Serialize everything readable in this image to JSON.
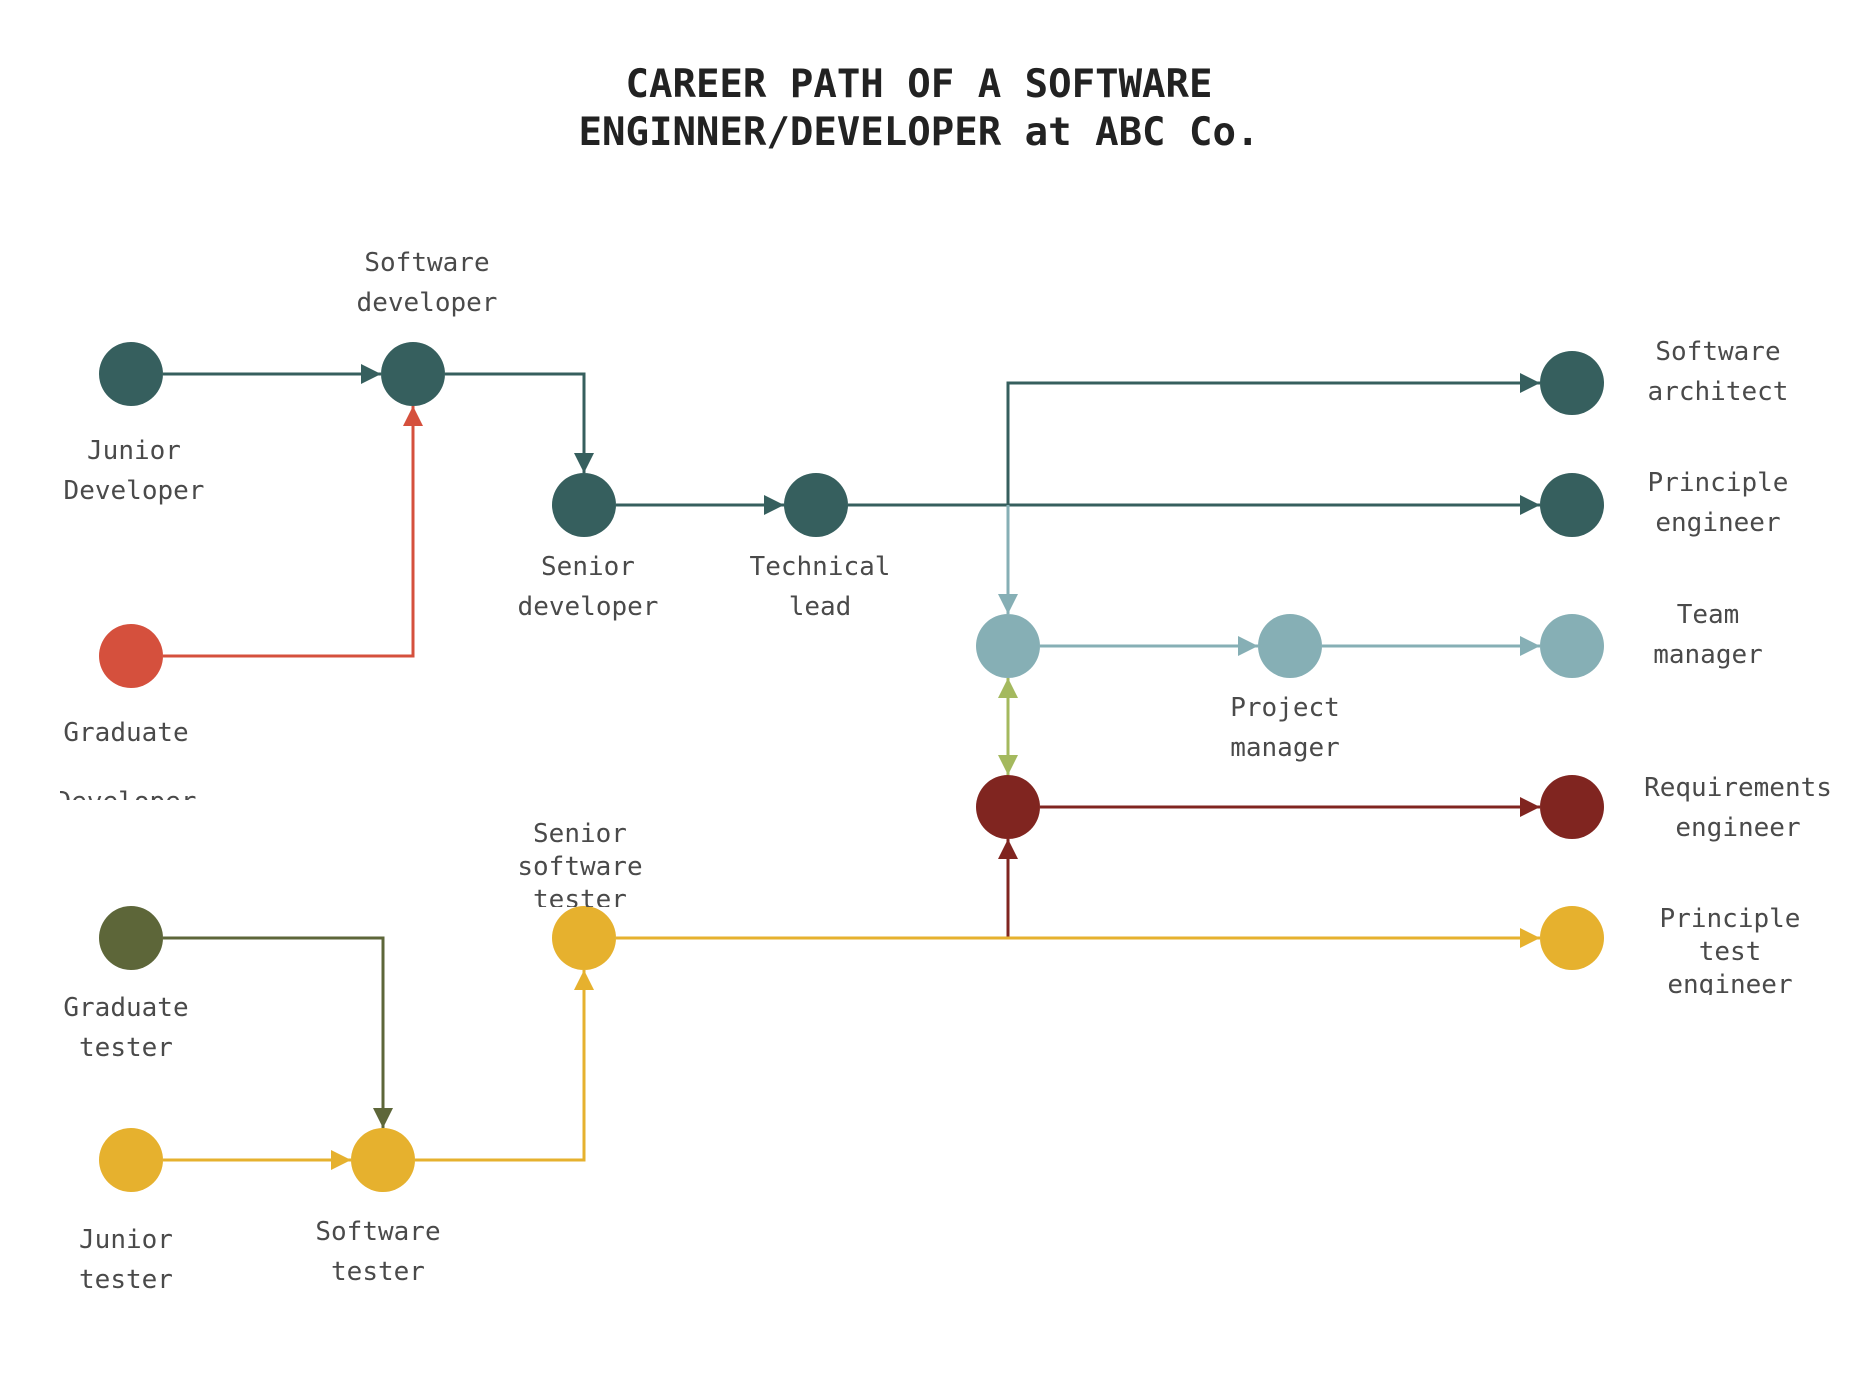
{
  "title_lines": [
    "CAREER PATH OF A SOFTWARE",
    "ENGINNER/DEVELOPER at ABC Co."
  ],
  "colors": {
    "dark_teal": "#365f5e",
    "coral": "#d5503d",
    "light_teal": "#86afb5",
    "maroon": "#802520",
    "olive": "#5d6639",
    "mustard": "#e6b12e",
    "lime": "#a4b95e"
  },
  "nodes": {
    "junior_developer": {
      "label": [
        "Junior",
        "Developer"
      ],
      "color": "dark_teal"
    },
    "software_developer": {
      "label": [
        "Software",
        "developer"
      ],
      "color": "dark_teal"
    },
    "graduate_developer": {
      "label": [
        "Graduate",
        "Developer"
      ],
      "color": "coral"
    },
    "senior_developer": {
      "label": [
        "Senior",
        "developer"
      ],
      "color": "dark_teal"
    },
    "technical_lead": {
      "label": [
        "Technical",
        "lead"
      ],
      "color": "dark_teal"
    },
    "software_architect": {
      "label": [
        "Software",
        "architect"
      ],
      "color": "dark_teal"
    },
    "principle_engineer": {
      "label": [
        "Principle",
        "engineer"
      ],
      "color": "dark_teal"
    },
    "hub_light": {
      "label": [],
      "color": "light_teal"
    },
    "project_manager": {
      "label": [
        "Project",
        "manager"
      ],
      "color": "light_teal"
    },
    "team_manager": {
      "label": [
        "Team",
        "manager"
      ],
      "color": "light_teal"
    },
    "hub_maroon": {
      "label": [],
      "color": "maroon"
    },
    "requirements_engineer": {
      "label": [
        "Requirements",
        "engineer"
      ],
      "color": "maroon"
    },
    "graduate_tester": {
      "label": [
        "Graduate",
        "tester"
      ],
      "color": "olive"
    },
    "junior_tester": {
      "label": [
        "Junior",
        "tester"
      ],
      "color": "mustard"
    },
    "software_tester": {
      "label": [
        "Software",
        "tester"
      ],
      "color": "mustard"
    },
    "senior_software_tester": {
      "label": [
        "Senior",
        "software",
        "tester"
      ],
      "color": "mustard"
    },
    "principle_test_engineer": {
      "label": [
        "Principle",
        "test",
        "engineer"
      ],
      "color": "mustard"
    }
  },
  "edges": [
    {
      "from": "junior_developer",
      "to": "software_developer",
      "color": "dark_teal"
    },
    {
      "from": "graduate_developer",
      "to": "software_developer",
      "color": "coral"
    },
    {
      "from": "software_developer",
      "to": "senior_developer",
      "color": "dark_teal"
    },
    {
      "from": "senior_developer",
      "to": "technical_lead",
      "color": "dark_teal"
    },
    {
      "from": "technical_lead",
      "to": "principle_engineer",
      "color": "dark_teal"
    },
    {
      "from": "technical_lead",
      "to": "software_architect",
      "color": "dark_teal"
    },
    {
      "from": "technical_lead",
      "to": "hub_light",
      "color": "light_teal"
    },
    {
      "from": "hub_light",
      "to": "project_manager",
      "color": "light_teal"
    },
    {
      "from": "project_manager",
      "to": "team_manager",
      "color": "light_teal"
    },
    {
      "from": "hub_light",
      "to": "hub_maroon",
      "color": "lime",
      "bidirectional": true
    },
    {
      "from": "hub_maroon",
      "to": "requirements_engineer",
      "color": "maroon"
    },
    {
      "from": "senior_software_tester",
      "to": "hub_maroon",
      "color": "maroon"
    },
    {
      "from": "senior_software_tester",
      "to": "principle_test_engineer",
      "color": "mustard"
    },
    {
      "from": "graduate_tester",
      "to": "software_tester",
      "color": "olive"
    },
    {
      "from": "junior_tester",
      "to": "software_tester",
      "color": "mustard"
    },
    {
      "from": "software_tester",
      "to": "senior_software_tester",
      "color": "mustard"
    }
  ]
}
